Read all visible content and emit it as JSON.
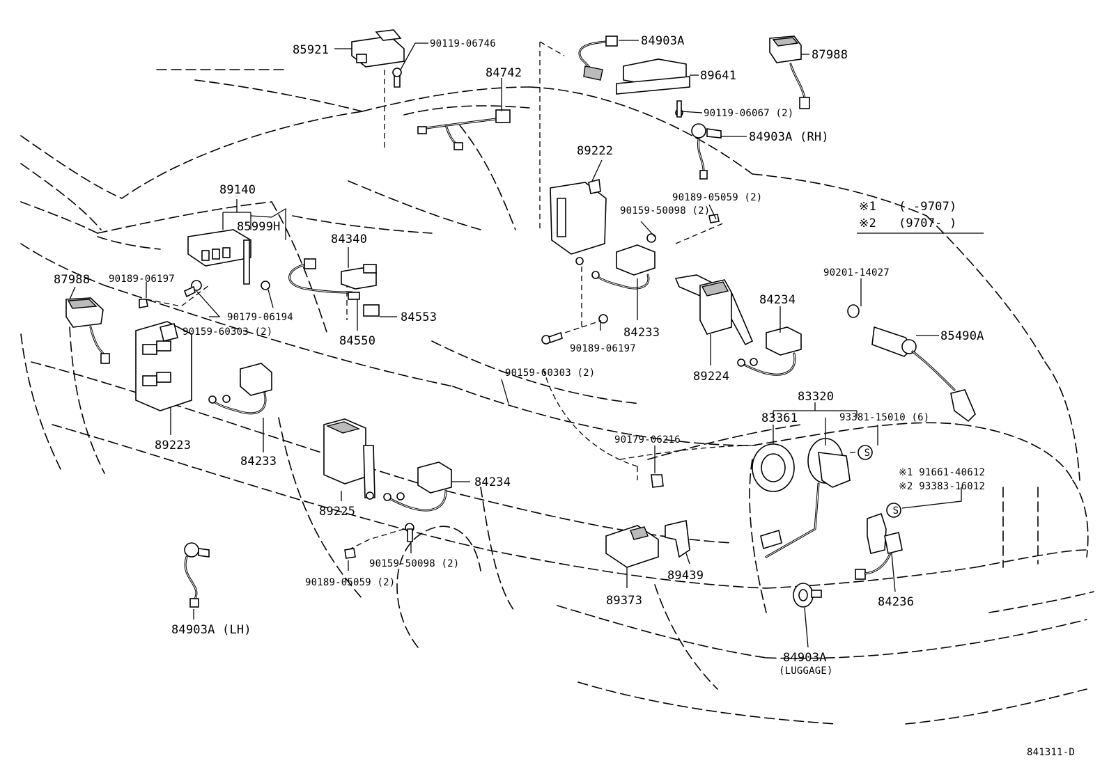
{
  "diagram": {
    "code": "841311-D",
    "legend": {
      "row1_mark": "※1",
      "row1_range": "(      -9707)",
      "row2_mark": "※2",
      "row2_range": "(9707-      )"
    },
    "symbols": {
      "s": "S"
    },
    "labels": {
      "p85921": "85921",
      "p90119_06746": "90119-06746",
      "p84742": "84742",
      "p84903A": "84903A",
      "p89641": "89641",
      "p90119_06067": "90119-06067 (2)",
      "p84903A_RH": "84903A (RH)",
      "p87988_top": "87988",
      "p89140": "89140",
      "p85999H": "85999H",
      "p84340": "84340",
      "p87988_left": "87988",
      "p90189_06197_left": "90189-06197",
      "p90179_06194": "90179-06194",
      "p90159_60303_left": "90159-60303 (2)",
      "p84553": "84553",
      "p84550": "84550",
      "p89223": "89223",
      "p84233_left": "84233",
      "p89222": "89222",
      "p90159_50098_top": "90159-50098 (2)",
      "p90189_05059_top": "90189-05059 (2)",
      "p84233_center": "84233",
      "p90189_06197_center": "90189-06197",
      "p90159_60303_center": "90159-60303 (2)",
      "p84234_right": "84234",
      "p89224": "89224",
      "p90201_14027": "90201-14027",
      "p85490A": "85490A",
      "p83320": "83320",
      "p83361": "83361",
      "p93381_15010": "93381-15010 (6)",
      "p90179_06216": "90179-06216",
      "p91661_40612": "※1 91661-40612",
      "p93383_16012": "※2 93383-16012",
      "p89225": "89225",
      "p84234_center": "84234",
      "p90159_50098_bottom": "90159-50098 (2)",
      "p90189_05059_bottom": "90189-05059 (2)",
      "p84903A_LH": "84903A (LH)",
      "p89373": "89373",
      "p89439": "89439",
      "p84236": "84236",
      "p84903A_luggage": "84903A",
      "p84903A_luggage_note": "(LUGGAGE)"
    }
  }
}
